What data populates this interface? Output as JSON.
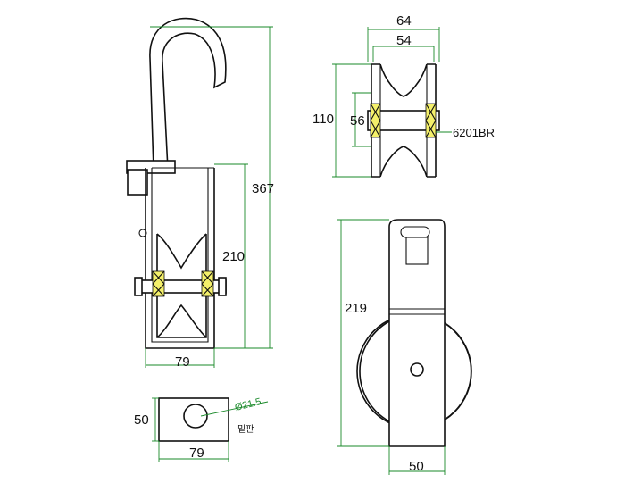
{
  "dimensions": {
    "side_total_height": "367",
    "side_frame_height": "210",
    "side_frame_width": "79",
    "top_width_outer": "64",
    "top_width_inner": "54",
    "top_height": "110",
    "top_bore": "56",
    "bearing_code": "6201BR",
    "front_height": "219",
    "front_width": "50",
    "plate_height": "50",
    "plate_width": "79",
    "plate_hole": "Ø21.5",
    "plate_label": "밑판"
  },
  "colors": {
    "outline": "#111111",
    "dimension_lines": "#1a8a2a",
    "bearing_fill": "#f4f06a"
  }
}
